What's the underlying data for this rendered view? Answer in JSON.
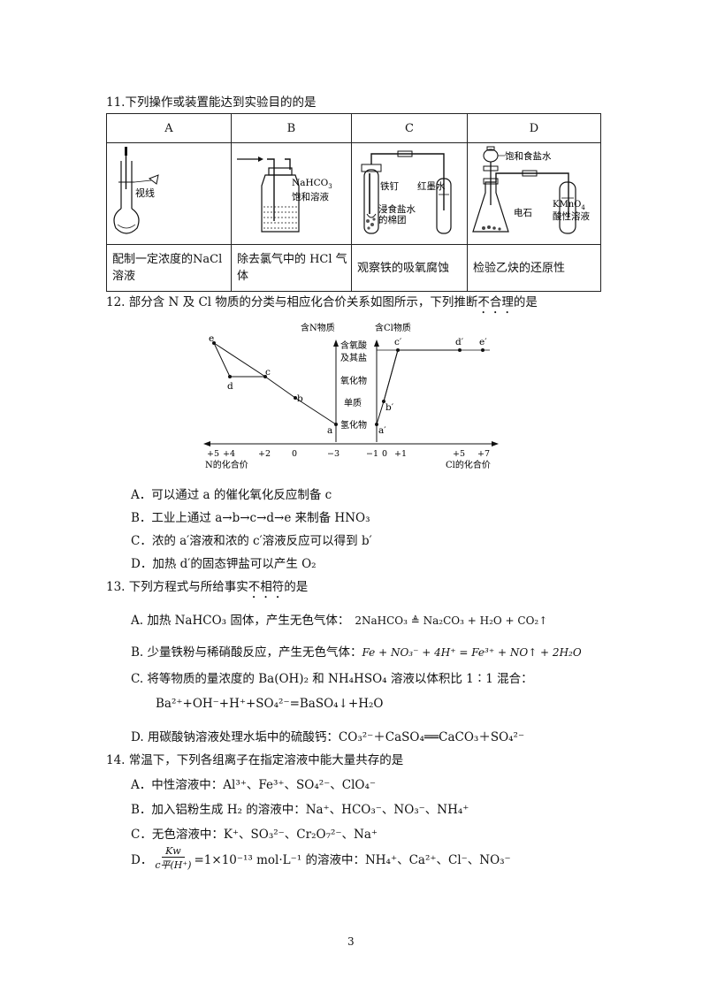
{
  "q11": {
    "stem": "11.下列操作或装置能达到实验目的的是",
    "headers": [
      "A",
      "B",
      "C",
      "D"
    ],
    "img_labels": {
      "a_line": "视线",
      "b_reagent1": "NaHCO",
      "b_reagent1_sub": "3",
      "b_reagent2": "饱和溶液",
      "c_nail": "铁钉",
      "c_water": "红墨水",
      "c_cotton1": "浸食盐水",
      "c_cotton2": "的棉团",
      "d_top": "饱和食盐水",
      "d_solid": "电石",
      "d_kmno4": "KMnO",
      "d_kmno4_sub": "4",
      "d_acid": "酸性溶液"
    },
    "purposes": [
      "配制一定浓度的NaCl 溶液",
      "除去氯气中的 HCl 气体",
      "观察铁的吸氧腐蚀",
      "检验乙炔的还原性"
    ]
  },
  "q12": {
    "stem_pre": "12. 部分含 N 及 Cl 物质的分类与相应化合价关系如图所示，下列推断",
    "stem_emph": "不合理",
    "stem_post": "的是",
    "chart": {
      "n_axis_title": "含N物质",
      "cl_axis_title": "含Cl物质",
      "categories": [
        "含氧酸",
        "及其盐",
        "氧化物",
        "单质",
        "氢化物"
      ],
      "n_ticks": [
        "+5",
        "+4",
        "+2",
        "0",
        "−3"
      ],
      "cl_ticks": [
        "−1",
        "0",
        "+1",
        "+5",
        "+7"
      ],
      "n_axis_label": "N的化合价",
      "cl_axis_label": "Cl的化合价",
      "n_points": [
        "e",
        "d",
        "c",
        "b",
        "a"
      ],
      "cl_points": [
        "a′",
        "b′",
        "c′",
        "d′",
        "e′"
      ]
    },
    "options": [
      "A．可以通过 a 的催化氧化反应制备 c",
      "B．工业上通过 a→b→c→d→e 来制备 HNO₃",
      "C．浓的 a′溶液和浓的 c′溶液反应可以得到 b′",
      "D．加热 d′的固态钾盐可以产生 O₂"
    ]
  },
  "q13": {
    "stem_pre": "13. 下列方程式与所给事实",
    "stem_emph": "不相符",
    "stem_post": "的是",
    "a_text": "A. 加热 NaHCO₃ 固体，产生无色气体：",
    "a_eq": "2NaHCO₃ ≜ Na₂CO₃ + H₂O + CO₂↑",
    "b_text": "B. 少量铁粉与稀硝酸反应，产生无色气体：",
    "b_eq": "Fe + NO₃⁻ + 4H⁺ = Fe³⁺ + NO↑ + 2H₂O",
    "c_text": "C. 将等物质的量浓度的 Ba(OH)₂ 和 NH₄HSO₄ 溶液以体积比 1∶1 混合：",
    "c_eq": "Ba²⁺+OH⁻+H⁺+SO₄²⁻=BaSO₄↓+H₂O",
    "d_text": "D. 用碳酸钠溶液处理水垢中的硫酸钙：CO₃²⁻＋CaSO₄══CaCO₃＋SO₄²⁻"
  },
  "q14": {
    "stem": "14. 常温下，下列各组离子在指定溶液中能大量共存的是",
    "options": [
      "A．中性溶液中：Al³⁺、Fe³⁺、SO₄²⁻、ClO₄⁻",
      "B．加入铝粉生成 H₂ 的溶液中：Na⁺、HCO₃⁻、NO₃⁻、NH₄⁺",
      "C．无色溶液中：K⁺、SO₃²⁻、Cr₂O₇²⁻、Na⁺"
    ],
    "d_label": "D．",
    "d_num": "Kw",
    "d_den": "c平(H⁺)",
    "d_rest": "=1×10⁻¹³ mol·L⁻¹ 的溶液中：NH₄⁺、Ca²⁺、Cl⁻、NO₃⁻"
  },
  "page_number": "3"
}
